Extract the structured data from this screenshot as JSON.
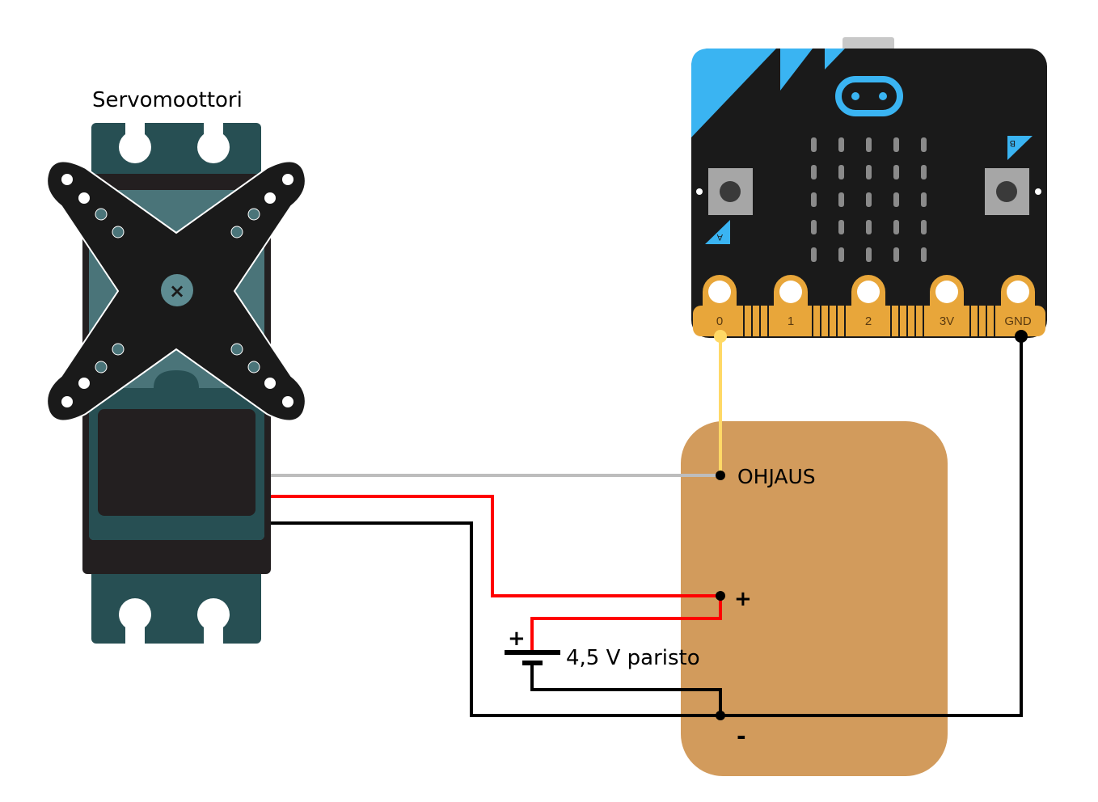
{
  "servo": {
    "label": "Servomoottori"
  },
  "microbit": {
    "pins": [
      "0",
      "1",
      "2",
      "3V",
      "GND"
    ],
    "button_a": "A",
    "button_b": "B",
    "colors": {
      "board": "#1a1a1a",
      "accent": "#3ab4f2",
      "pins": "#e8a63a"
    }
  },
  "board": {
    "color": "#d29b5c",
    "control_label": "OHJAUS",
    "plus_label": "+",
    "minus_label": "-"
  },
  "battery": {
    "label": "4,5 V paristo",
    "plus_label": "+"
  },
  "wires": {
    "signal_color": "#bdbdbd",
    "microbit_signal_color": "#ffd966",
    "positive_color": "#ff0000",
    "ground_color": "#000000"
  }
}
